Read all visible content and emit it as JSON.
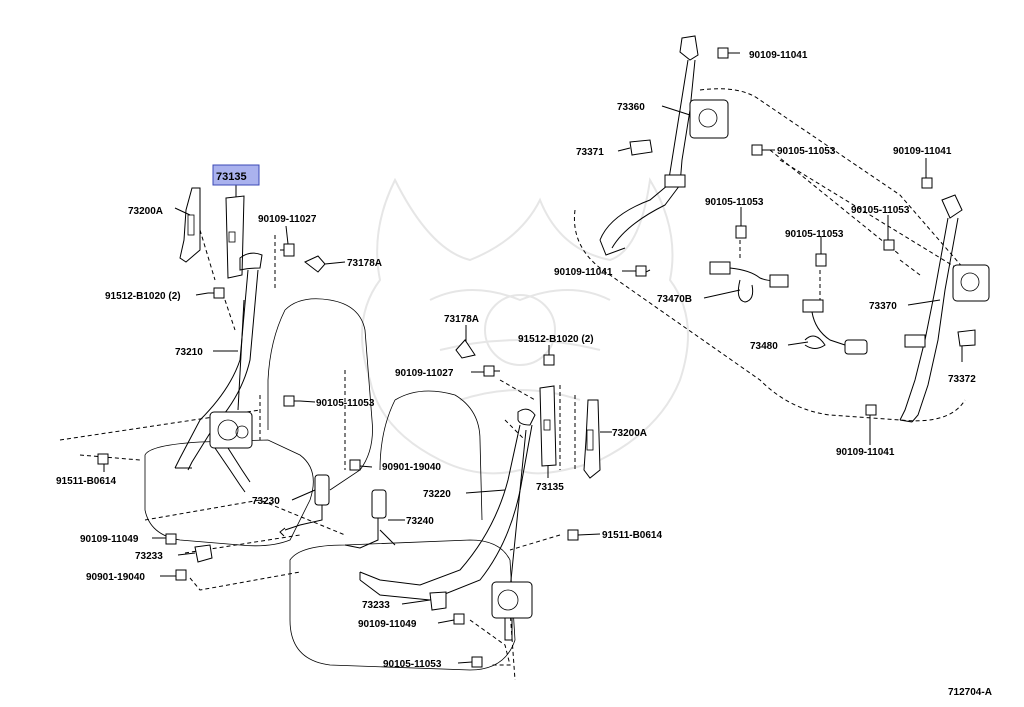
{
  "diagram_id": "712704-A",
  "highlight": {
    "part": "73135",
    "fill": "#aab2ee",
    "stroke": "#3b48b5"
  },
  "labels": {
    "p73135_hl": "73135",
    "p73200A_left": "73200A",
    "p90109_11027_left": "90109-11027",
    "p73178A_left": "73178A",
    "p91512_left": "91512-B1020 (2)",
    "p73210": "73210",
    "p90105_11053_left": "90105-11053",
    "p91511_left": "91511-B0614",
    "p73230": "73230",
    "p90901_mid": "90901-19040",
    "p73240": "73240",
    "p90109_11049_left": "90109-11049",
    "p73233_left": "73233",
    "p90901_left": "90901-19040",
    "p73178A_mid": "73178A",
    "p90109_11027_mid": "90109-11027",
    "p91512_mid": "91512-B1020 (2)",
    "p73220": "73220",
    "p73135_mid": "73135",
    "p73200A_mid": "73200A",
    "p91511_mid": "91511-B0614",
    "p73233_mid": "73233",
    "p90109_11049_mid": "90109-11049",
    "p90105_11053_bottom": "90105-11053",
    "p90109_11041_top": "90109-11041",
    "p73360": "73360",
    "p73371": "73371",
    "p90105_11053_top": "90105-11053",
    "p90105_11053_a": "90105-11053",
    "p90105_11053_b": "90105-11053",
    "p90109_11041_rl": "90109-11041",
    "p73470B": "73470B",
    "p73480": "73480",
    "p90109_11041_right": "90109-11041",
    "p90105_11053_right": "90105-11053",
    "p73370": "73370",
    "p73372": "73372",
    "p90109_11041_br": "90109-11041",
    "p712704": "712704-A"
  }
}
